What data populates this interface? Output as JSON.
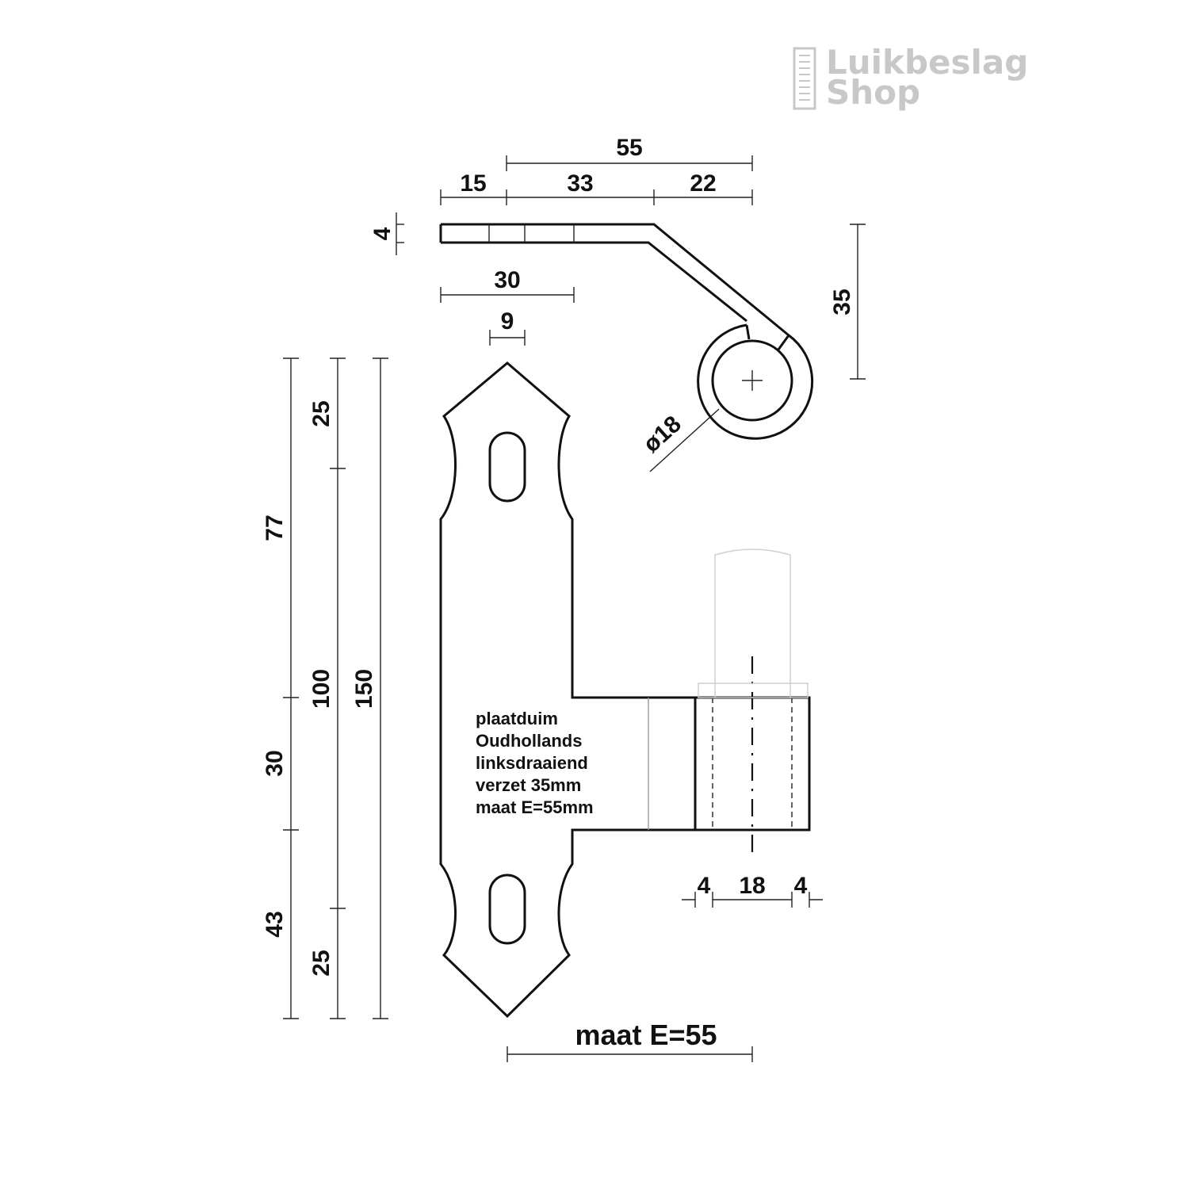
{
  "brand": {
    "line1": "Luikbeslag",
    "line2": "Shop",
    "color": "#c8c8c8"
  },
  "dimensions": {
    "top_55": "55",
    "top_15": "15",
    "top_33": "33",
    "top_22": "22",
    "thickness_4": "4",
    "plate_30": "30",
    "hole_9": "9",
    "offset_35": "35",
    "diameter": "ø18",
    "left_77": "77",
    "left_30": "30",
    "left_43": "43",
    "mid_25_top": "25",
    "mid_100": "100",
    "mid_25_bottom": "25",
    "total_150": "150",
    "bottom_4_left": "4",
    "bottom_18": "18",
    "bottom_4_right": "4"
  },
  "description": {
    "line1": "plaatduim",
    "line2": "Oudhollands",
    "line3": "linksdraaiend",
    "line4": "verzet 35mm",
    "line5": "maat E=55mm"
  },
  "caption": "maat E=55"
}
